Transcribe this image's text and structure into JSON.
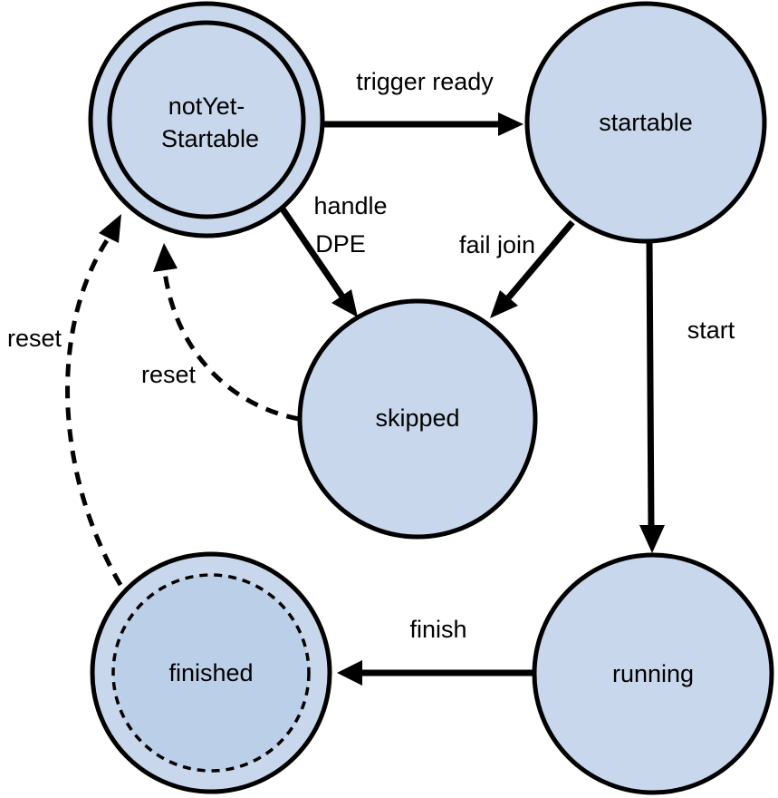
{
  "states": {
    "not_yet_startable": {
      "line1": "notYet-",
      "line2": "Startable"
    },
    "startable": "startable",
    "skipped": "skipped",
    "running": "running",
    "finished": "finished"
  },
  "transitions": {
    "trigger_ready": "trigger ready",
    "handle_dpe_line1": "handle",
    "handle_dpe_line2": "DPE",
    "fail_join": "fail join",
    "start": "start",
    "finish": "finish",
    "reset_from_skipped": "reset",
    "reset_from_finished": "reset"
  },
  "colors": {
    "state_fill": "#c8d7ec",
    "finished_inner_fill": "#bccfe8",
    "stroke": "#000000"
  }
}
